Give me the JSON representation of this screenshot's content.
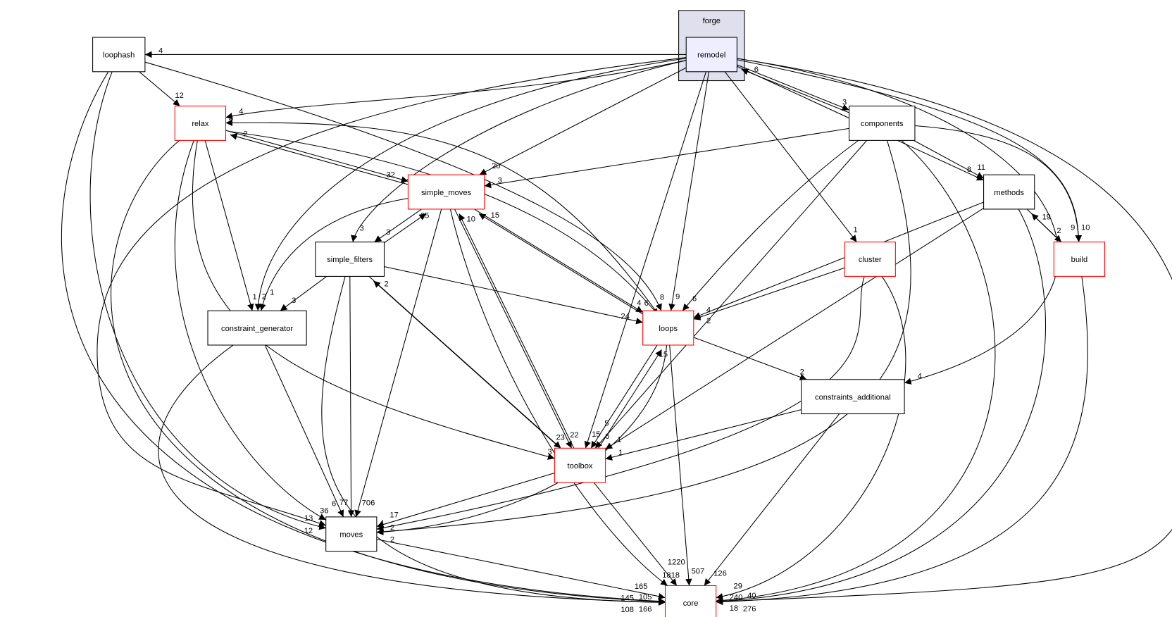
{
  "cluster": {
    "label": "forge",
    "fill": "#dfdfed",
    "border": "#000000"
  },
  "colors": {
    "normal_border": "#000000",
    "truncated_border": "#ff0000",
    "focus_fill": "#eeeeff",
    "node_fill": "#ffffff"
  },
  "nodes": [
    {
      "id": "remodel",
      "label": "remodel",
      "truncated": false,
      "focus": true
    },
    {
      "id": "loophash",
      "label": "loophash",
      "truncated": false
    },
    {
      "id": "relax",
      "label": "relax",
      "truncated": true
    },
    {
      "id": "components",
      "label": "components",
      "truncated": false
    },
    {
      "id": "simple_moves",
      "label": "simple_moves",
      "truncated": true
    },
    {
      "id": "methods",
      "label": "methods",
      "truncated": false
    },
    {
      "id": "simple_filters",
      "label": "simple_filters",
      "truncated": false
    },
    {
      "id": "cluster",
      "label": "cluster",
      "truncated": true
    },
    {
      "id": "build",
      "label": "build",
      "truncated": true
    },
    {
      "id": "constraint_generator",
      "label": "constraint_generator",
      "truncated": false
    },
    {
      "id": "loops",
      "label": "loops",
      "truncated": true
    },
    {
      "id": "constraints_additional",
      "label": "constraints_additional",
      "truncated": false
    },
    {
      "id": "toolbox",
      "label": "toolbox",
      "truncated": true
    },
    {
      "id": "moves",
      "label": "moves",
      "truncated": false
    },
    {
      "id": "core",
      "label": "core",
      "truncated": true
    }
  ],
  "edges": [
    {
      "from": "remodel",
      "to": "loophash",
      "label": "4"
    },
    {
      "from": "remodel",
      "to": "relax",
      "label": "4"
    },
    {
      "from": "remodel",
      "to": "components",
      "label": "3"
    },
    {
      "from": "components",
      "to": "remodel",
      "label": "6"
    },
    {
      "from": "remodel",
      "to": "simple_moves",
      "label": "20"
    },
    {
      "from": "remodel",
      "to": "simple_filters",
      "label": "3"
    },
    {
      "from": "remodel",
      "to": "constraint_generator",
      "label": "2"
    },
    {
      "from": "remodel",
      "to": "moves",
      "label": "13"
    },
    {
      "from": "remodel",
      "to": "loops",
      "label": "9"
    },
    {
      "from": "remodel",
      "to": "toolbox",
      "label": "15"
    },
    {
      "from": "remodel",
      "to": "cluster",
      "label": "1"
    },
    {
      "from": "remodel",
      "to": "methods",
      "label": "11"
    },
    {
      "from": "remodel",
      "to": "build",
      "label": "10"
    },
    {
      "from": "remodel",
      "to": "constraints_additional",
      "label": "4"
    },
    {
      "from": "remodel",
      "to": "core",
      "label": "240"
    },
    {
      "from": "loophash",
      "to": "relax",
      "label": "12"
    },
    {
      "from": "loophash",
      "to": "loops",
      "label": "8"
    },
    {
      "from": "loophash",
      "to": "moves",
      "label": "12"
    },
    {
      "from": "loophash",
      "to": "core",
      "label": "105"
    },
    {
      "from": "relax",
      "to": "simple_moves",
      "label": "32"
    },
    {
      "from": "simple_moves",
      "to": "relax",
      "label": "2"
    },
    {
      "from": "loops",
      "to": "relax",
      "label": "4"
    },
    {
      "from": "relax",
      "to": "loops",
      "label": "6"
    },
    {
      "from": "relax",
      "to": "constraint_generator",
      "label": "1"
    },
    {
      "from": "relax",
      "to": "moves",
      "label": "36"
    },
    {
      "from": "relax",
      "to": "toolbox",
      "label": "3"
    },
    {
      "from": "relax",
      "to": "core",
      "label": "166"
    },
    {
      "from": "components",
      "to": "simple_moves",
      "label": "3"
    },
    {
      "from": "components",
      "to": "loops",
      "label": "6"
    },
    {
      "from": "components",
      "to": "toolbox",
      "label": "6"
    },
    {
      "from": "components",
      "to": "methods",
      "label": "8"
    },
    {
      "from": "components",
      "to": "build",
      "label": "9"
    },
    {
      "from": "components",
      "to": "moves",
      "label": "2"
    },
    {
      "from": "components",
      "to": "core",
      "label": "18"
    },
    {
      "from": "simple_moves",
      "to": "simple_filters",
      "label": "3"
    },
    {
      "from": "simple_filters",
      "to": "simple_moves",
      "label": "25"
    },
    {
      "from": "simple_moves",
      "to": "constraint_generator",
      "label": "1"
    },
    {
      "from": "simple_moves",
      "to": "moves",
      "label": "706"
    },
    {
      "from": "simple_moves",
      "to": "toolbox",
      "label": "22"
    },
    {
      "from": "toolbox",
      "to": "simple_moves",
      "label": "10"
    },
    {
      "from": "simple_moves",
      "to": "loops",
      "label": "4"
    },
    {
      "from": "loops",
      "to": "simple_moves",
      "label": "15"
    },
    {
      "from": "simple_moves",
      "to": "core",
      "label": "1818"
    },
    {
      "from": "simple_filters",
      "to": "constraint_generator",
      "label": "3"
    },
    {
      "from": "simple_filters",
      "to": "loops",
      "label": "24"
    },
    {
      "from": "simple_filters",
      "to": "moves",
      "label": "77"
    },
    {
      "from": "simple_filters",
      "to": "toolbox",
      "label": "23"
    },
    {
      "from": "toolbox",
      "to": "simple_filters",
      "label": "2"
    },
    {
      "from": "simple_filters",
      "to": "core",
      "label": "145"
    },
    {
      "from": "methods",
      "to": "loops",
      "label": "4"
    },
    {
      "from": "methods",
      "to": "toolbox",
      "label": "1"
    },
    {
      "from": "methods",
      "to": "build",
      "label": "2"
    },
    {
      "from": "build",
      "to": "methods",
      "label": "19"
    },
    {
      "from": "methods",
      "to": "core",
      "label": "40"
    },
    {
      "from": "cluster",
      "to": "loops",
      "label": "2"
    },
    {
      "from": "cluster",
      "to": "moves",
      "label": "4"
    },
    {
      "from": "cluster",
      "to": "core",
      "label": "29"
    },
    {
      "from": "build",
      "to": "core",
      "label": "276"
    },
    {
      "from": "constraint_generator",
      "to": "moves",
      "label": "6"
    },
    {
      "from": "constraint_generator",
      "to": "core",
      "label": "108"
    },
    {
      "from": "loops",
      "to": "constraints_additional",
      "label": "2"
    },
    {
      "from": "loops",
      "to": "toolbox",
      "label": "5"
    },
    {
      "from": "toolbox",
      "to": "loops",
      "label": "15"
    },
    {
      "from": "loops",
      "to": "moves",
      "label": "2"
    },
    {
      "from": "loops",
      "to": "core",
      "label": "507"
    },
    {
      "from": "constraints_additional",
      "to": "toolbox",
      "label": "1"
    },
    {
      "from": "constraints_additional",
      "to": "core",
      "label": "126"
    },
    {
      "from": "toolbox",
      "to": "moves",
      "label": "17"
    },
    {
      "from": "toolbox",
      "to": "core",
      "label": "1220"
    },
    {
      "from": "moves",
      "to": "core",
      "label": "165"
    }
  ]
}
